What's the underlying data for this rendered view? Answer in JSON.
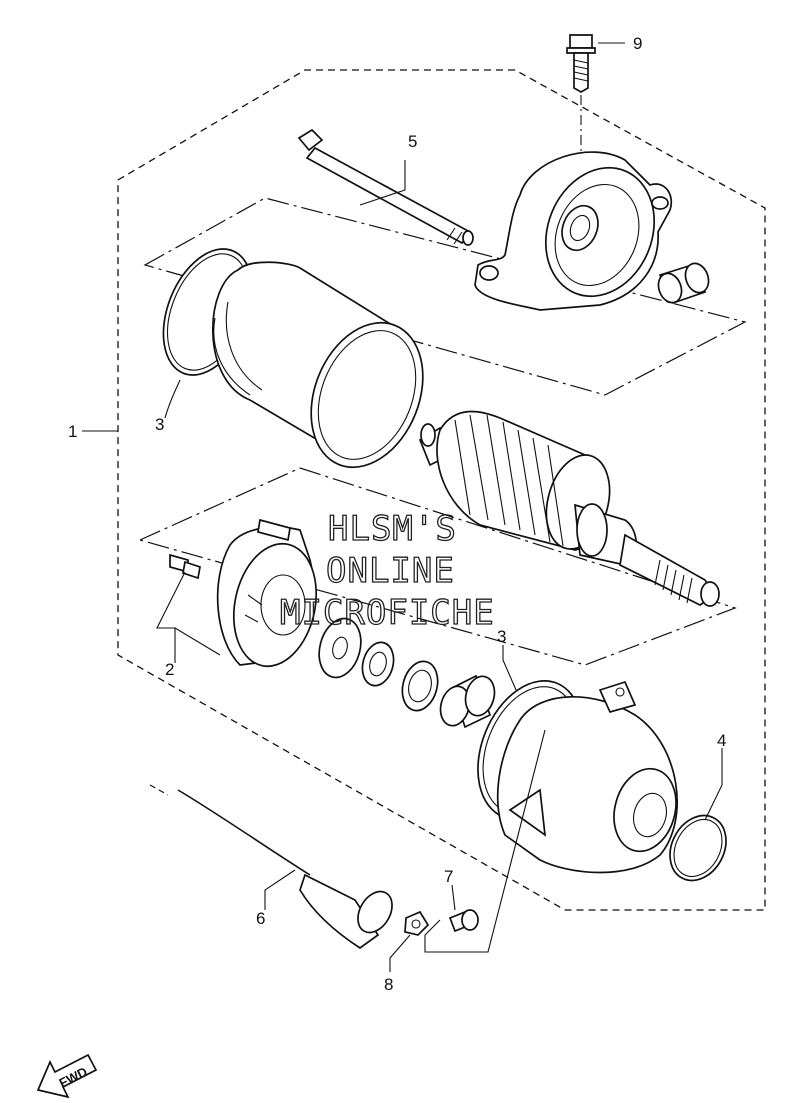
{
  "callouts": {
    "c1": "1",
    "c2": "2",
    "c3a": "3",
    "c3b": "3",
    "c4": "4",
    "c5": "5",
    "c6": "6",
    "c7": "7",
    "c8": "8",
    "c9": "9"
  },
  "watermark": {
    "line1": "HLSM'S",
    "line2": "ONLINE",
    "line3": "MICROFICHE"
  },
  "fwd_label": "FWD",
  "parts": [
    "starter-motor-assembly",
    "brush-set",
    "o-ring",
    "o-ring-small",
    "through-bolt",
    "lead-wire",
    "bolt",
    "nut",
    "flange-bolt"
  ]
}
